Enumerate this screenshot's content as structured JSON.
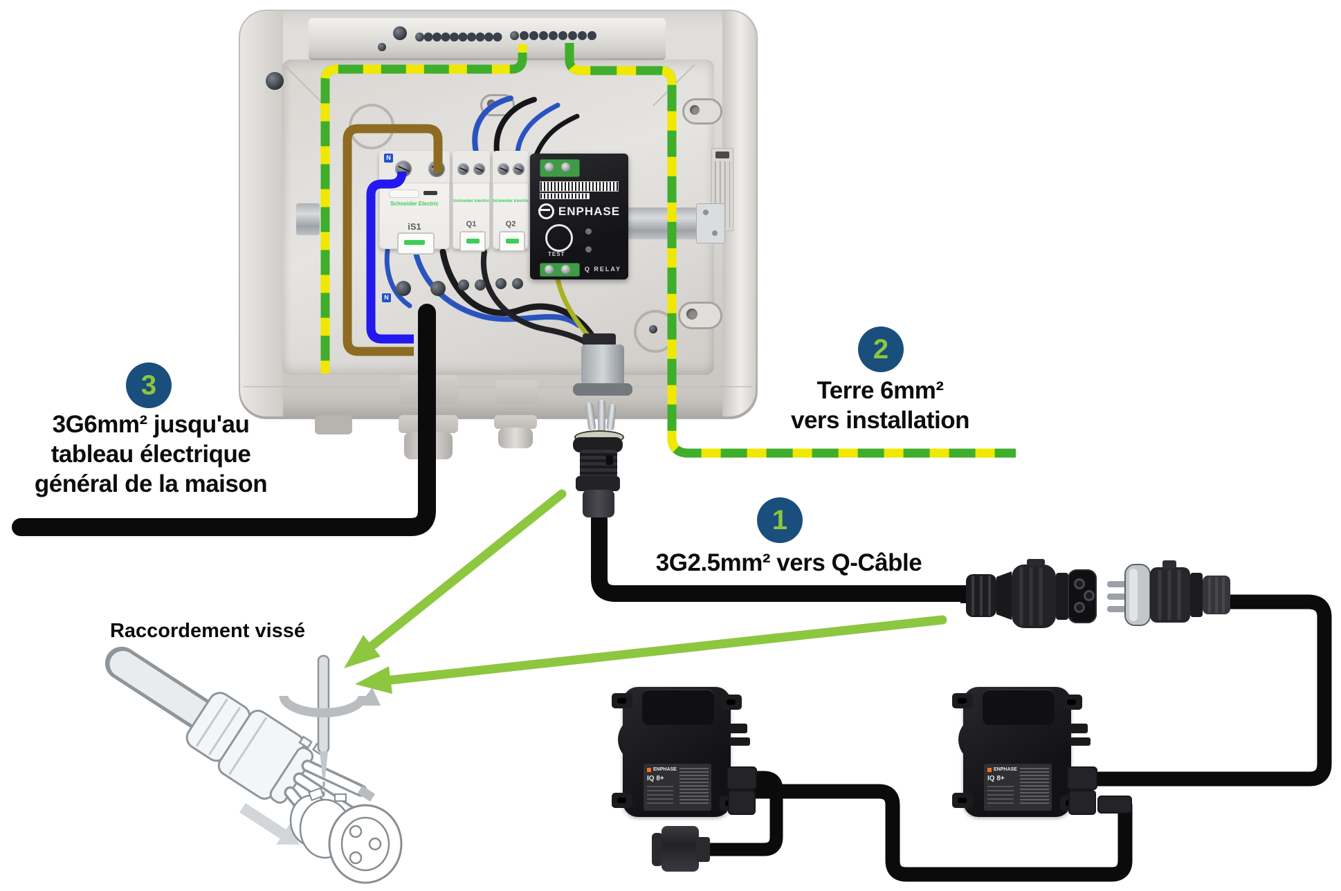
{
  "labels": {
    "step1": {
      "number": "1",
      "line1": "3G2.5mm² vers Q-Câble"
    },
    "step2": {
      "number": "2",
      "line1": "Terre 6mm²",
      "line2": "vers installation"
    },
    "step3": {
      "number": "3",
      "line1": "3G6mm² jusqu'au",
      "line2": "tableau électrique",
      "line3": "général de la maison"
    },
    "illustration_title": "Raccordement vissé"
  },
  "box": {
    "brand": "Schneider Electric",
    "neutral_marker": "N",
    "breakers": [
      {
        "id": "iS1"
      },
      {
        "id": "Q1"
      },
      {
        "id": "Q2"
      }
    ],
    "relay": {
      "brand": "ENPHASE",
      "product": "Q RELAY",
      "test_button": "TEST"
    }
  },
  "inverters": [
    {
      "brand": "ENPHASE",
      "model": "IQ 8+"
    },
    {
      "brand": "ENPHASE",
      "model": "IQ 8+"
    }
  ],
  "colors": {
    "badge_bg": "#1a4e7d",
    "badge_text": "#8cc63e",
    "arrow_green": "#8dc63f",
    "earth_green": "#3fae2a",
    "earth_yellow": "#f0e800",
    "wire_brown": "#8d6b22",
    "wire_blue": "#2318ee",
    "cable_black": "#0b0b0b",
    "schneider_green": "#3dcd58",
    "enphase_orange": "#f37321"
  }
}
